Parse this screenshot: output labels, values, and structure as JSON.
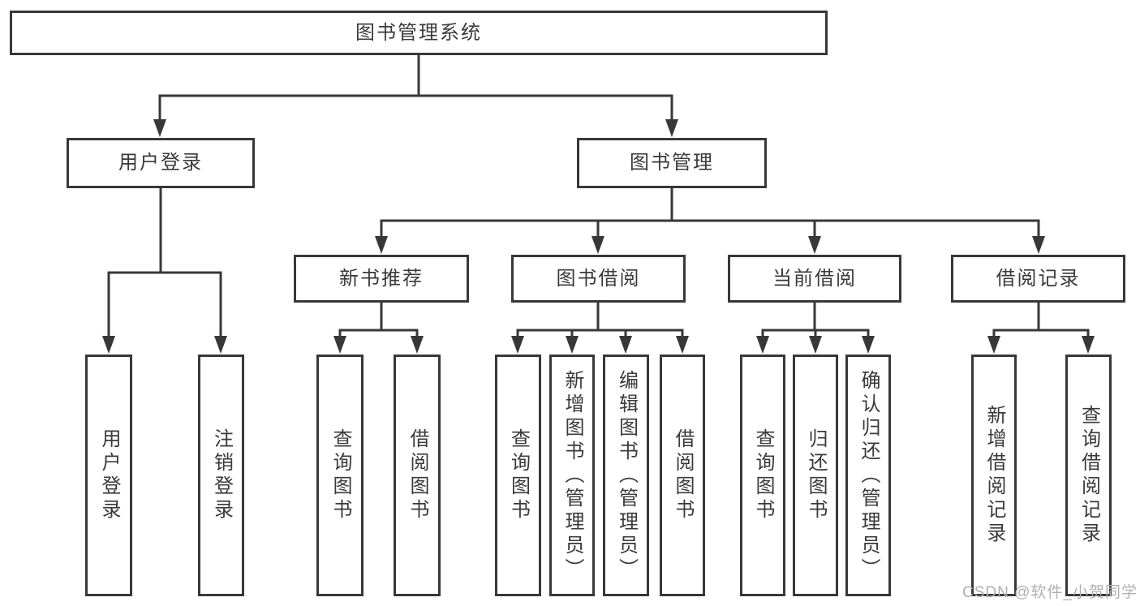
{
  "diagram": {
    "root": {
      "label": "图书管理系统",
      "children": [
        {
          "label": "用户登录",
          "children": [
            {
              "label": "用户登录"
            },
            {
              "label": "注销登录"
            }
          ]
        },
        {
          "label": "图书管理",
          "children": [
            {
              "label": "新书推荐",
              "children": [
                {
                  "label": "查询图书"
                },
                {
                  "label": "借阅图书"
                }
              ]
            },
            {
              "label": "图书借阅",
              "children": [
                {
                  "label": "查询图书"
                },
                {
                  "label": "新增图书（管理员）"
                },
                {
                  "label": "编辑图书（管理员）"
                },
                {
                  "label": "借阅图书"
                }
              ]
            },
            {
              "label": "当前借阅",
              "children": [
                {
                  "label": "查询图书"
                },
                {
                  "label": "归还图书"
                },
                {
                  "label": "确认归还（管理员）"
                }
              ]
            },
            {
              "label": "借阅记录",
              "children": [
                {
                  "label": "新增借阅记录"
                },
                {
                  "label": "查询借阅记录"
                }
              ]
            }
          ]
        }
      ]
    },
    "colors": {
      "line": "#383838",
      "text": "#3a3a3a",
      "background": "#ffffff",
      "watermark": "#b0b0b0"
    }
  },
  "watermark": {
    "text": "CSDN @软件_小贺同学"
  }
}
